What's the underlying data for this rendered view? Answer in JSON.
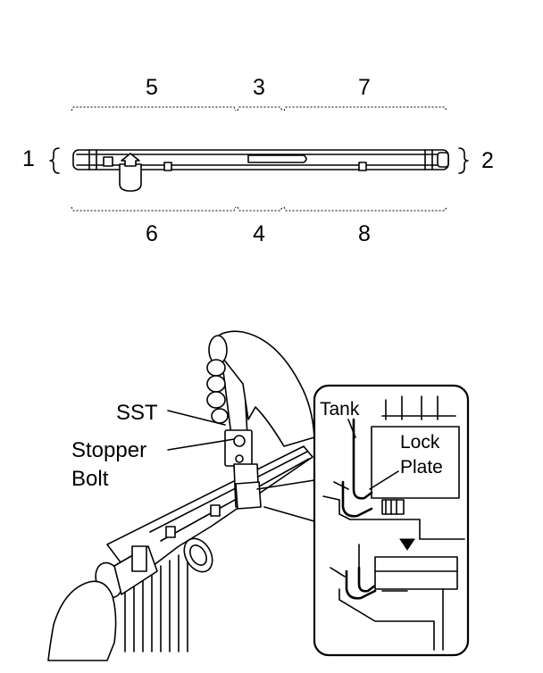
{
  "top_diagram": {
    "segment_labels_top": [
      "5",
      "3",
      "7"
    ],
    "segment_labels_bottom": [
      "6",
      "4",
      "8"
    ],
    "end_label_left": "1",
    "end_label_right": "2"
  },
  "bottom_diagram": {
    "callout_sst": "SST",
    "callout_stopper_line1": "Stopper",
    "callout_stopper_line2": "Bolt",
    "inset_tank": "Tank",
    "inset_lock_line1": "Lock",
    "inset_lock_line2": "Plate"
  }
}
